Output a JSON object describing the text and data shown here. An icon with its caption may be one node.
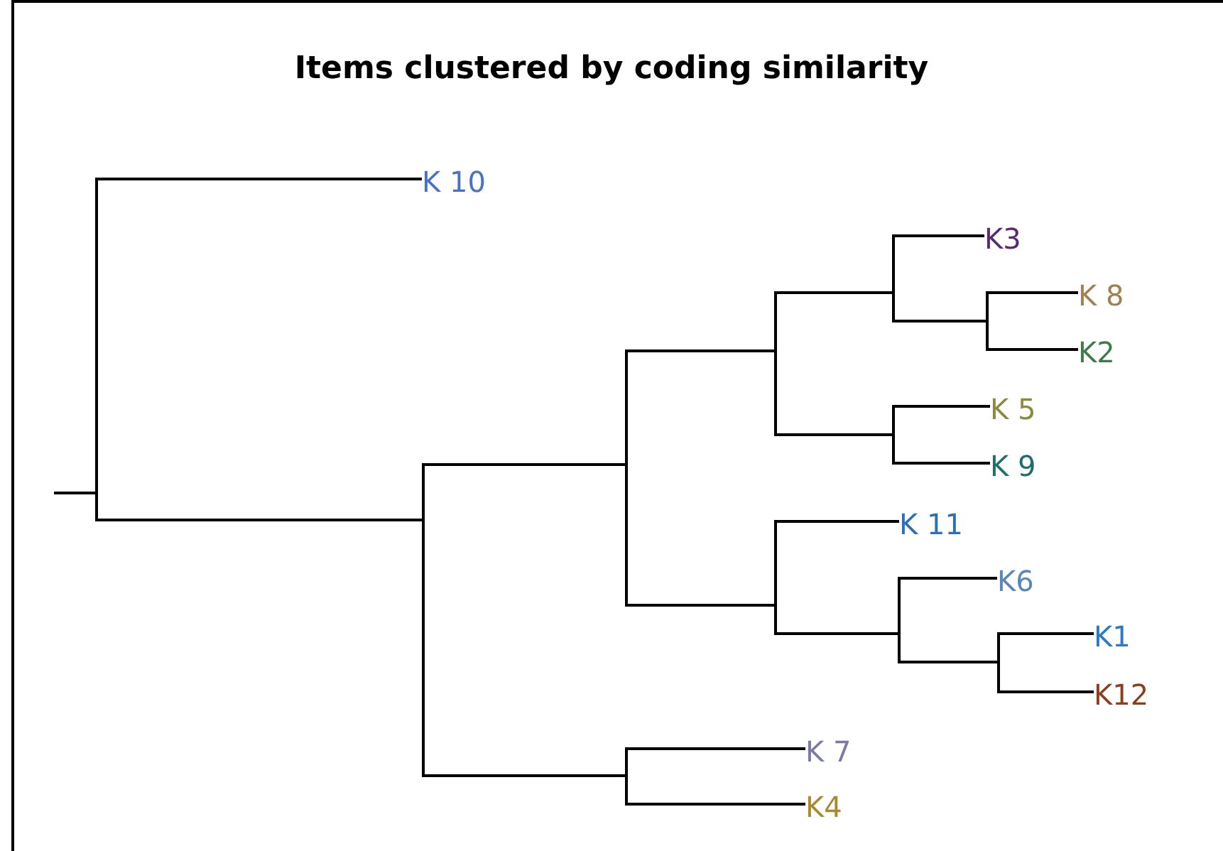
{
  "diagram": {
    "title": "Items clustered by coding similarity",
    "nodes": [
      {
        "text": [],
        "shape": "bar"
      },
      {
        "text": [
          "K 10"
        ]
      },
      {
        "text": [],
        "shape": "bar"
      },
      {
        "text": [],
        "shape": "bar"
      },
      {
        "text": [],
        "shape": "bar"
      },
      {
        "text": [],
        "shape": "bar"
      },
      {
        "text": [
          "K3"
        ]
      },
      {
        "text": [],
        "shape": "bar"
      },
      {
        "text": [
          "K 8"
        ]
      },
      {
        "text": [
          "K2"
        ]
      },
      {
        "text": [],
        "shape": "bar"
      },
      {
        "text": [
          "K 5"
        ]
      },
      {
        "text": [
          "K 9"
        ]
      },
      {
        "text": [],
        "shape": "bar"
      },
      {
        "text": [
          "K 11"
        ]
      },
      {
        "text": [],
        "shape": "bar"
      },
      {
        "text": [
          "K6"
        ]
      },
      {
        "text": [],
        "shape": "bar"
      },
      {
        "text": [
          "K1"
        ]
      },
      {
        "text": [
          "K12"
        ]
      },
      {
        "text": [],
        "shape": "bar"
      },
      {
        "text": [
          "K 7"
        ]
      },
      {
        "text": [
          "K4"
        ]
      }
    ],
    "edges": [
      {
        "from": null,
        "to": 0,
        "arrow": "none"
      },
      {
        "from": 0,
        "to": 1,
        "arrow": "none"
      },
      {
        "from": 0,
        "to": 2,
        "arrow": "none"
      },
      {
        "from": 2,
        "to": 3,
        "arrow": "none"
      },
      {
        "from": 3,
        "to": 4,
        "arrow": "none"
      },
      {
        "from": 4,
        "to": 5,
        "arrow": "none"
      },
      {
        "from": 5,
        "to": 6,
        "arrow": "none"
      },
      {
        "from": 5,
        "to": 7,
        "arrow": "none"
      },
      {
        "from": 7,
        "to": 8,
        "arrow": "none"
      },
      {
        "from": 7,
        "to": 9,
        "arrow": "none"
      },
      {
        "from": 4,
        "to": 10,
        "arrow": "none"
      },
      {
        "from": 10,
        "to": 11,
        "arrow": "none"
      },
      {
        "from": 10,
        "to": 12,
        "arrow": "none"
      },
      {
        "from": 3,
        "to": 13,
        "arrow": "none"
      },
      {
        "from": 13,
        "to": 14,
        "arrow": "none"
      },
      {
        "from": 13,
        "to": 15,
        "arrow": "none"
      },
      {
        "from": 15,
        "to": 16,
        "arrow": "none"
      },
      {
        "from": 15,
        "to": 17,
        "arrow": "none"
      },
      {
        "from": 17,
        "to": 18,
        "arrow": "none"
      },
      {
        "from": 17,
        "to": 19,
        "arrow": "none"
      },
      {
        "from": 2,
        "to": 20,
        "arrow": "none"
      },
      {
        "from": 20,
        "to": 21,
        "arrow": "none"
      },
      {
        "from": 20,
        "to": 22,
        "arrow": "none"
      }
    ]
  }
}
